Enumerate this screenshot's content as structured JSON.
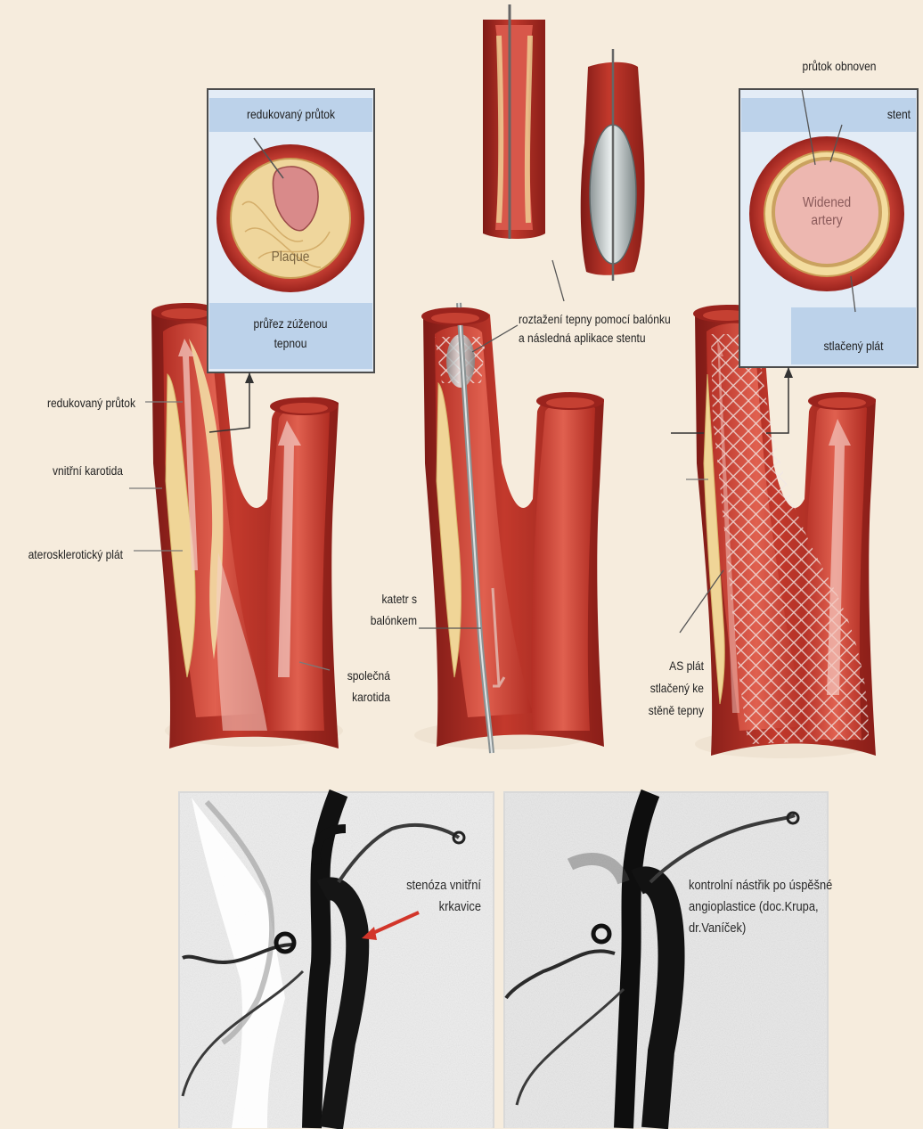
{
  "panel_left": {
    "inset_top_label": "redukovaný průtok",
    "plaque_word": "Plaque",
    "inset_bottom_label": "průřez zúženou tepnou",
    "side_labels": {
      "reduced_flow": "redukovaný průtok",
      "internal_carotid": "vnitřní karotida",
      "plaque": "aterosklerotický plát",
      "common_carotid": "společná karotida"
    }
  },
  "panel_middle": {
    "balloon_label": "roztažení tepny pomocí balónku a následná aplikace stentu",
    "catheter_label": "katetr s balónkem"
  },
  "panel_right": {
    "flow_restored": "průtok obnoven",
    "stent": "stent",
    "widened_artery": "Widened artery",
    "compressed_plaque": "stlačený plát",
    "as_plaque_label": "AS plát stlačený ke stěně tepny"
  },
  "xray_left": {
    "label": "stenóza vnitřní krkavice"
  },
  "xray_right": {
    "label": "kontrolní nástřik po úspěšné angioplastice (doc.Krupa, dr.Vaníček)"
  },
  "colors": {
    "artery_dark": "#8f1f1a",
    "artery_mid": "#c43a2e",
    "artery_light": "#e86b5a",
    "plaque": "#f0d597",
    "inset_blue": "#bcd2ea",
    "background": "#f6ecdd"
  }
}
